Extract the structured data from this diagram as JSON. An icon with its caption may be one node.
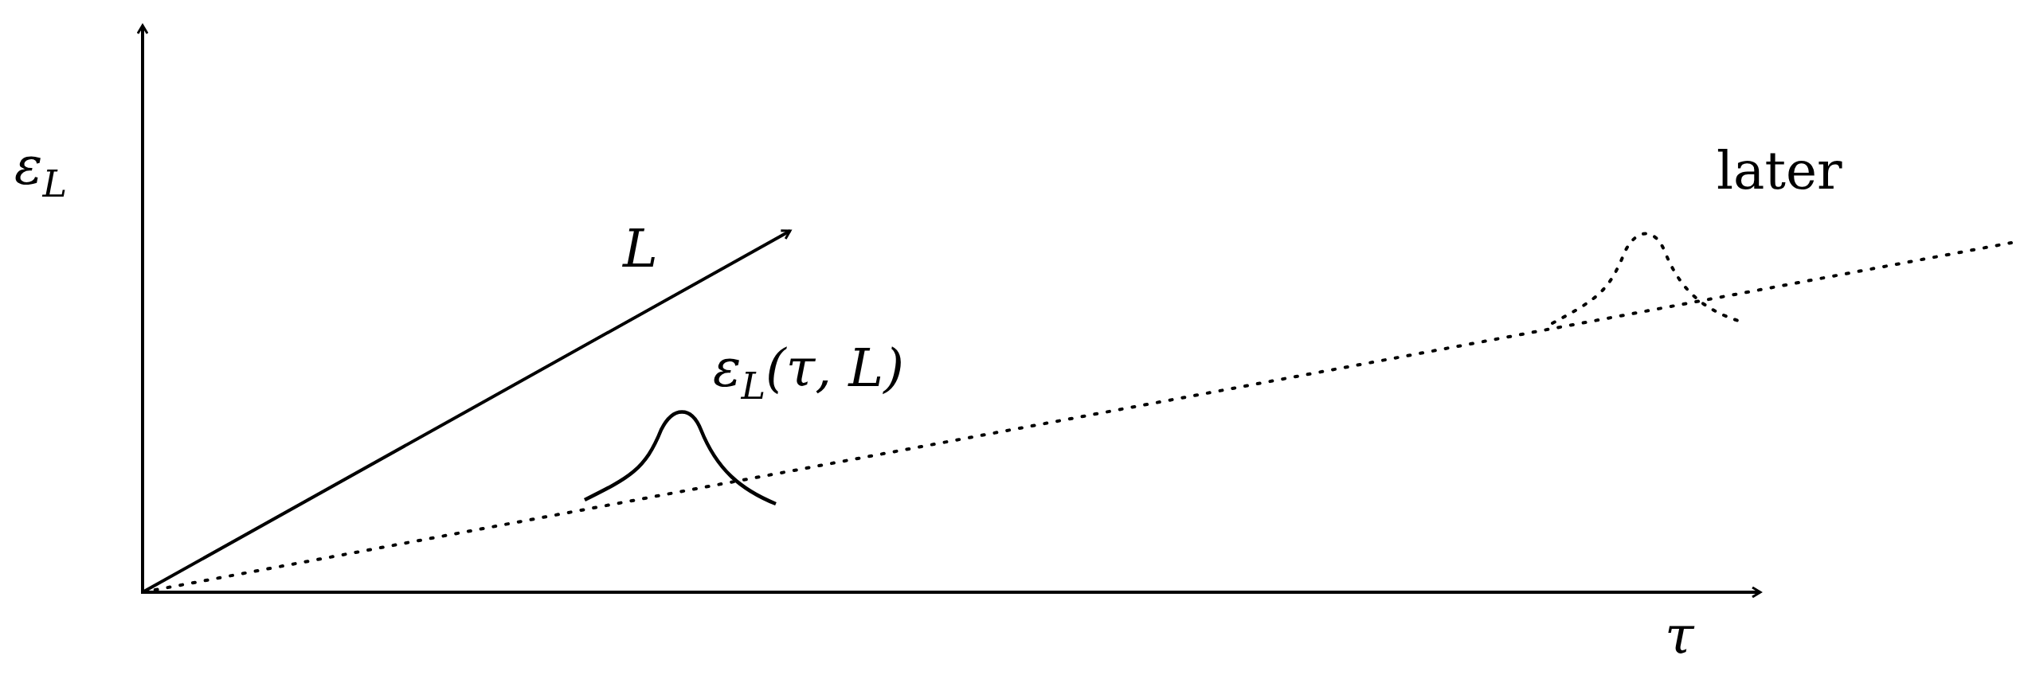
{
  "diagram": {
    "labels": [
      "ε$_{L}$",
      "L",
      "ε$_{L}$(τ, L)",
      "later",
      "τ"
    ]
  }
}
